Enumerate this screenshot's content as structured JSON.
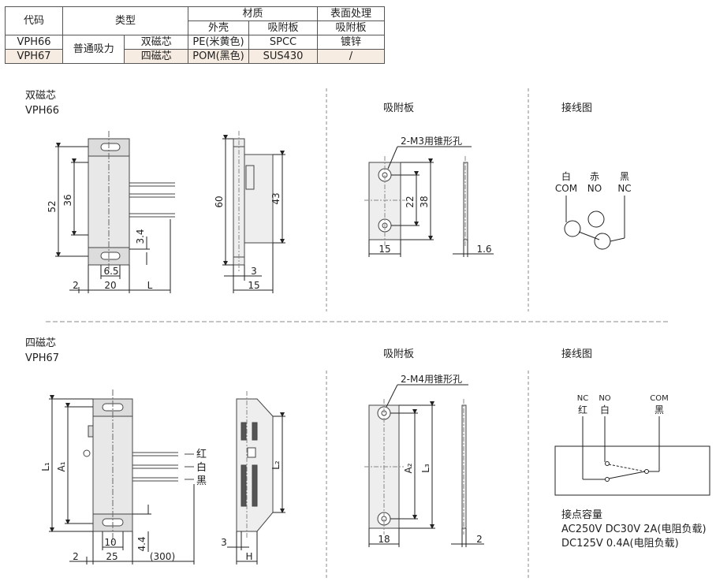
{
  "table": {
    "headers": {
      "code": "代码",
      "type": "类型",
      "material": "材质",
      "surface": "表面处理",
      "housing": "外壳",
      "plate": "吸附板",
      "surface_sub": "吸附板"
    },
    "type_common": "普通吸力",
    "rows": [
      {
        "code": "VPH66",
        "core": "双磁芯",
        "housing": "PE(米黄色)",
        "plate": "SPCC",
        "surface": "镀锌"
      },
      {
        "code": "VPH67",
        "core": "四磁芯",
        "housing": "POM(黑色)",
        "plate": "SUS430",
        "surface": "/"
      }
    ]
  },
  "section1": {
    "title": "双磁芯",
    "model": "VPH66",
    "plate_title": "吸附板",
    "wiring_title": "接线图",
    "hole_note": "2-M3用锥形孔",
    "dims": {
      "d52": "52",
      "d36": "36",
      "d34": "3.4",
      "d65": "6.5",
      "d2": "2",
      "d20": "20",
      "dL": "L",
      "d60": "60",
      "d43": "43",
      "d3": "3",
      "d15": "15",
      "p22": "22",
      "p38": "38",
      "p15": "15",
      "p16": "1.6"
    },
    "wires": {
      "white": "白",
      "red": "赤",
      "black": "黑",
      "com": "COM",
      "no": "NO",
      "nc": "NC"
    }
  },
  "section2": {
    "title": "四磁芯",
    "model": "VPH67",
    "plate_title": "吸附板",
    "wiring_title": "接线图",
    "hole_note": "2-M4用锥形孔",
    "dims": {
      "L1": "L₁",
      "A1": "A₁",
      "d44": "4.4",
      "d10": "10",
      "d2": "2",
      "d25": "25",
      "d300": "(300)",
      "L2": "L₂",
      "d3": "3",
      "dH": "H",
      "A2": "A₂",
      "L3": "L₃",
      "p18": "18",
      "p2": "2"
    },
    "cable_labels": {
      "red": "红",
      "white": "白",
      "black": "黑"
    },
    "wires": {
      "nc": "NC",
      "no": "NO",
      "com": "COM",
      "red": "红",
      "white": "白",
      "black": "黑"
    },
    "contact_title": "接点容量",
    "contact_line1": "AC250V   DC30V   2A(电阻负载)",
    "contact_line2": "DC125V  0.4A(电阻负载)"
  }
}
